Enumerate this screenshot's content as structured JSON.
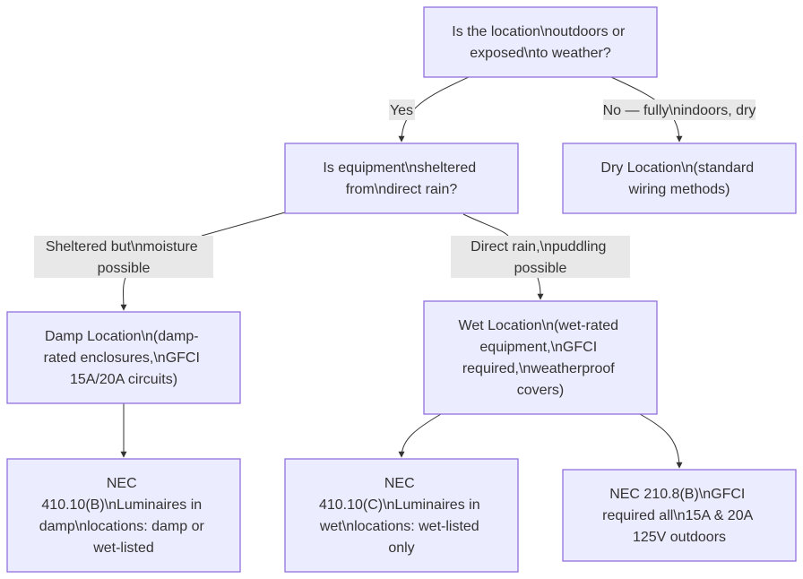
{
  "nodes": {
    "q_outdoors": {
      "lines": [
        "Is the location\\noutdoors or",
        "exposed\\nto weather?"
      ]
    },
    "q_sheltered": {
      "lines": [
        "Is equipment\\nsheltered",
        "from\\ndirect rain?"
      ]
    },
    "dry": {
      "lines": [
        "Dry Location\\n(standard",
        "wiring methods)"
      ]
    },
    "damp": {
      "lines": [
        "Damp Location\\n(damp-",
        "rated enclosures,\\nGFCI",
        "15A/20A circuits)"
      ]
    },
    "wet": {
      "lines": [
        "Wet Location\\n(wet-rated",
        "equipment,\\nGFCI",
        "required,\\nweatherproof",
        "covers)"
      ]
    },
    "nec_damp": {
      "lines": [
        "NEC",
        "410.10(B)\\nLuminaires in",
        "damp\\nlocations: damp or",
        "wet-listed"
      ]
    },
    "nec_wet": {
      "lines": [
        "NEC",
        "410.10(C)\\nLuminaires in",
        "wet\\nlocations: wet-listed",
        "only"
      ]
    },
    "nec_gfci": {
      "lines": [
        "NEC 210.8(B)\\nGFCI",
        "required all\\n15A & 20A",
        "125V outdoors"
      ]
    }
  },
  "edges": {
    "yes": {
      "lines": [
        "Yes"
      ]
    },
    "no_indoors": {
      "lines": [
        "No — fully\\nindoors, dry"
      ]
    },
    "sheltered_moisture": {
      "lines": [
        "Sheltered but\\nmoisture",
        "possible"
      ]
    },
    "direct_rain": {
      "lines": [
        "Direct rain,\\npuddling",
        "possible"
      ]
    }
  },
  "colors": {
    "node_fill": "#ececff",
    "node_stroke": "#9370db",
    "edge_stroke": "#333333",
    "label_bg": "#e8e8e8",
    "text": "#333333"
  }
}
